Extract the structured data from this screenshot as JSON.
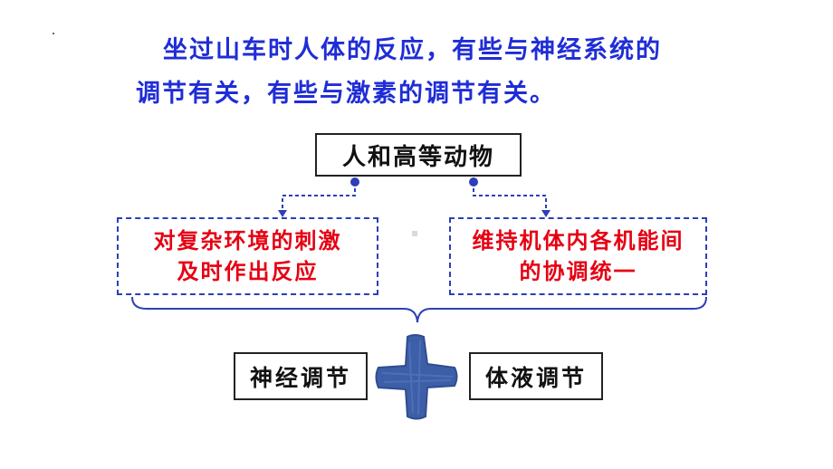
{
  "intro": {
    "line1": "坐过山车时人体的反应，有些与神经系统的",
    "line2": "调节有关，有些与激素的调节有关。"
  },
  "diagram": {
    "top": "人和高等动物",
    "left_function": {
      "line1": "对复杂环境的刺激",
      "line2": "及时作出反应"
    },
    "right_function": {
      "line1": "维持机体内各机能间",
      "line2": "的协调统一"
    },
    "regulation_left": "神经调节",
    "regulation_right": "体液调节",
    "plus_icon": "plus-icon"
  },
  "colors": {
    "intro_text": "#1f2dd6",
    "function_text": "#e60012",
    "dashed_lines": "#2c3fb8",
    "plus": "#3d5fa8"
  }
}
